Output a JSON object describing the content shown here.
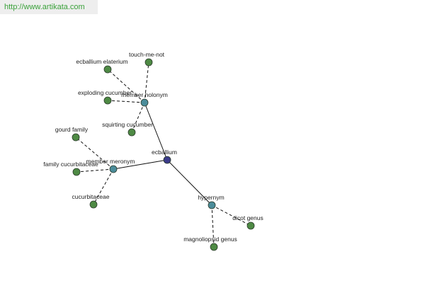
{
  "watermark": {
    "url": "http://www.artikata.com"
  },
  "colors": {
    "center_node": "#3b3b8a",
    "relation_node": "#4b8c9a",
    "leaf_node": "#4e8a44",
    "node_stroke": "#2a3a2a",
    "edge": "#111111"
  },
  "graph": {
    "center": "ecballium",
    "relations": [
      {
        "label": "member holonym",
        "leaves": [
          "ecballium elaterium",
          "touch-me-not",
          "exploding cucumber",
          "squirting cucumber"
        ]
      },
      {
        "label": "member meronym",
        "leaves": [
          "gourd family",
          "family cucurbitaceae",
          "cucurbitaceae"
        ]
      },
      {
        "label": "hypernym",
        "leaves": [
          "dicot genus",
          "magnoliopsid genus"
        ]
      }
    ]
  }
}
